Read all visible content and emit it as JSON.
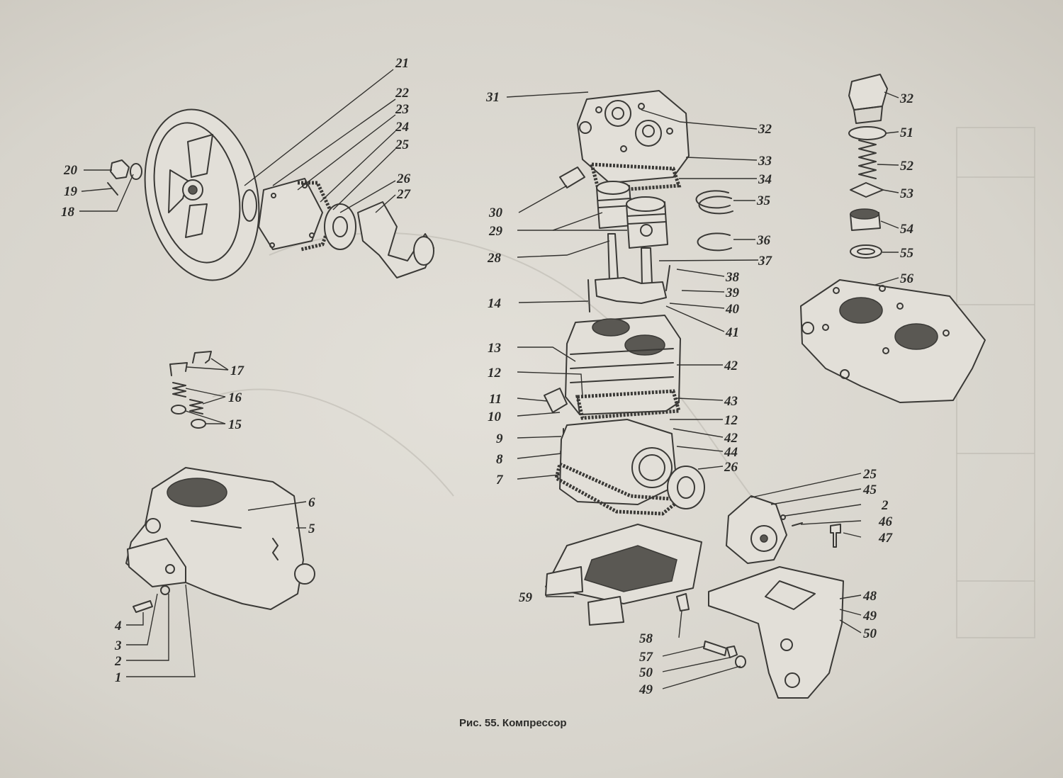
{
  "figure": {
    "caption": "Рис. 55. Компрессор"
  },
  "labels": [
    {
      "id": "lbl-21",
      "text": "21"
    },
    {
      "id": "lbl-22",
      "text": "22"
    },
    {
      "id": "lbl-23",
      "text": "23"
    },
    {
      "id": "lbl-24",
      "text": "24"
    },
    {
      "id": "lbl-25a",
      "text": "25"
    },
    {
      "id": "lbl-26a",
      "text": "26"
    },
    {
      "id": "lbl-27",
      "text": "27"
    },
    {
      "id": "lbl-20",
      "text": "20"
    },
    {
      "id": "lbl-19",
      "text": "19"
    },
    {
      "id": "lbl-18",
      "text": "18"
    },
    {
      "id": "lbl-31",
      "text": "31"
    },
    {
      "id": "lbl-32a",
      "text": "32"
    },
    {
      "id": "lbl-33",
      "text": "33"
    },
    {
      "id": "lbl-34",
      "text": "34"
    },
    {
      "id": "lbl-35",
      "text": "35"
    },
    {
      "id": "lbl-36",
      "text": "36"
    },
    {
      "id": "lbl-37",
      "text": "37"
    },
    {
      "id": "lbl-30",
      "text": "30"
    },
    {
      "id": "lbl-29",
      "text": "29"
    },
    {
      "id": "lbl-28",
      "text": "28"
    },
    {
      "id": "lbl-38",
      "text": "38"
    },
    {
      "id": "lbl-39",
      "text": "39"
    },
    {
      "id": "lbl-40",
      "text": "40"
    },
    {
      "id": "lbl-41",
      "text": "41"
    },
    {
      "id": "lbl-14",
      "text": "14"
    },
    {
      "id": "lbl-13",
      "text": "13"
    },
    {
      "id": "lbl-12a",
      "text": "12"
    },
    {
      "id": "lbl-11",
      "text": "11"
    },
    {
      "id": "lbl-10",
      "text": "10"
    },
    {
      "id": "lbl-9",
      "text": "9"
    },
    {
      "id": "lbl-8",
      "text": "8"
    },
    {
      "id": "lbl-7",
      "text": "7"
    },
    {
      "id": "lbl-42a",
      "text": "42"
    },
    {
      "id": "lbl-43",
      "text": "43"
    },
    {
      "id": "lbl-12b",
      "text": "12"
    },
    {
      "id": "lbl-42b",
      "text": "42"
    },
    {
      "id": "lbl-44",
      "text": "44"
    },
    {
      "id": "lbl-26b",
      "text": "26"
    },
    {
      "id": "lbl-25b",
      "text": "25"
    },
    {
      "id": "lbl-45",
      "text": "45"
    },
    {
      "id": "lbl-2b",
      "text": "2"
    },
    {
      "id": "lbl-46",
      "text": "46"
    },
    {
      "id": "lbl-47",
      "text": "47"
    },
    {
      "id": "lbl-48",
      "text": "48"
    },
    {
      "id": "lbl-49a",
      "text": "49"
    },
    {
      "id": "lbl-50a",
      "text": "50"
    },
    {
      "id": "lbl-59",
      "text": "59"
    },
    {
      "id": "lbl-58",
      "text": "58"
    },
    {
      "id": "lbl-57",
      "text": "57"
    },
    {
      "id": "lbl-50b",
      "text": "50"
    },
    {
      "id": "lbl-49b",
      "text": "49"
    },
    {
      "id": "lbl-32b",
      "text": "32"
    },
    {
      "id": "lbl-51",
      "text": "51"
    },
    {
      "id": "lbl-52",
      "text": "52"
    },
    {
      "id": "lbl-53",
      "text": "53"
    },
    {
      "id": "lbl-54",
      "text": "54"
    },
    {
      "id": "lbl-55",
      "text": "55"
    },
    {
      "id": "lbl-56",
      "text": "56"
    },
    {
      "id": "lbl-17",
      "text": "17"
    },
    {
      "id": "lbl-16",
      "text": "16"
    },
    {
      "id": "lbl-15",
      "text": "15"
    },
    {
      "id": "lbl-6",
      "text": "6"
    },
    {
      "id": "lbl-5",
      "text": "5"
    },
    {
      "id": "lbl-4",
      "text": "4"
    },
    {
      "id": "lbl-3",
      "text": "3"
    },
    {
      "id": "lbl-2a",
      "text": "2"
    },
    {
      "id": "lbl-1",
      "text": "1"
    }
  ]
}
